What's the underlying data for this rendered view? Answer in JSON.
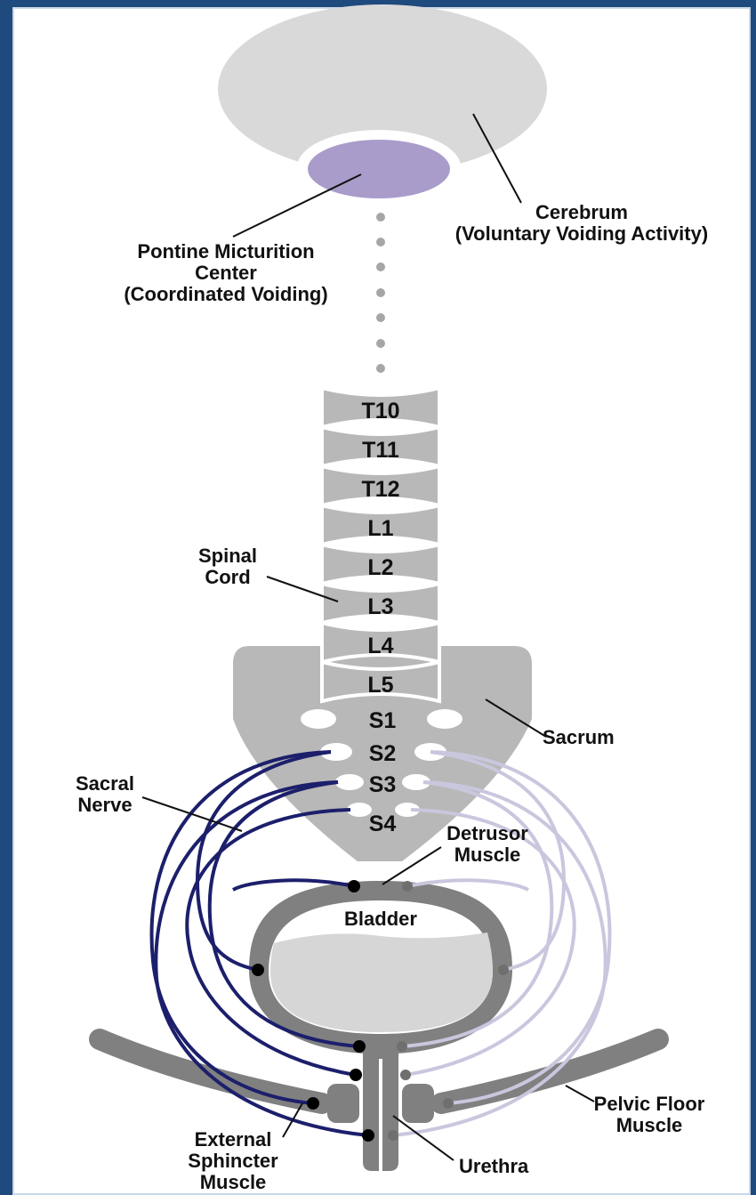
{
  "labels": {
    "cerebrum_line1": "Cerebrum",
    "cerebrum_line2": "(Voluntary Voiding Activity)",
    "pmc_line1": "Pontine Micturition",
    "pmc_line2": "Center",
    "pmc_line3": "(Coordinated Voiding)",
    "spinal_line1": "Spinal",
    "spinal_line2": "Cord",
    "sacrum": "Sacrum",
    "sacral_line1": "Sacral",
    "sacral_line2": "Nerve",
    "detrusor_line1": "Detrusor",
    "detrusor_line2": "Muscle",
    "bladder": "Bladder",
    "pelvic_line1": "Pelvic Floor",
    "pelvic_line2": "Muscle",
    "external_line1": "External",
    "external_line2": "Sphincter",
    "external_line3": "Muscle",
    "urethra": "Urethra"
  },
  "vertebrae": [
    "T10",
    "T11",
    "T12",
    "L1",
    "L2",
    "L3",
    "L4",
    "L5"
  ],
  "sacral_segments": [
    "S1",
    "S2",
    "S3",
    "S4"
  ],
  "colors": {
    "frame_border": "#1f4a7d",
    "cerebrum": "#d9d9d9",
    "pmc": "#a99ccb",
    "vertebra": "#b8b8b8",
    "sacrum": "#b8b8b8",
    "bladder_wall": "#808080",
    "bladder_inner": "#d6d6d6",
    "nerve_left": "#1c1f6b",
    "nerve_right": "#c9c7de"
  }
}
